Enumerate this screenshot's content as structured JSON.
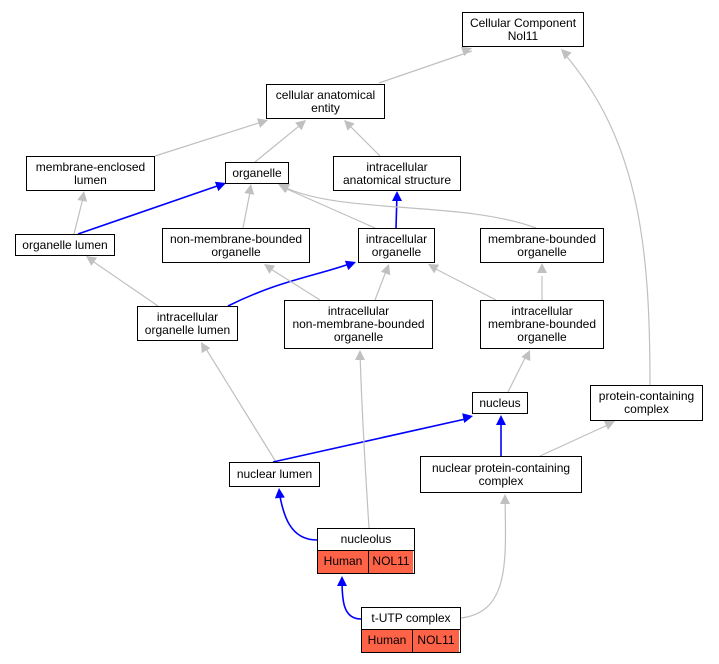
{
  "nodes": {
    "cellular_component": "Cellular Component\nNol11",
    "cellular_anatomical_entity": "cellular anatomical\nentity",
    "membrane_enclosed_lumen": "membrane-enclosed\nlumen",
    "organelle": "organelle",
    "intracellular_anatomical_structure": "intracellular\nanatomical structure",
    "organelle_lumen": "organelle lumen",
    "non_membrane_bounded_organelle": "non-membrane-bounded\norganelle",
    "intracellular_organelle": "intracellular\norganelle",
    "membrane_bounded_organelle": "membrane-bounded\norganelle",
    "intracellular_organelle_lumen": "intracellular\norganelle lumen",
    "intracellular_non_membrane_bounded_organelle": "intracellular\nnon-membrane-bounded\norganelle",
    "intracellular_membrane_bounded_organelle": "intracellular\nmembrane-bounded\norganelle",
    "nucleus": "nucleus",
    "protein_containing_complex": "protein-containing\ncomplex",
    "nuclear_lumen": "nuclear lumen",
    "nuclear_protein_containing_complex": "nuclear protein-containing\ncomplex",
    "nucleolus": "nucleolus",
    "t_utp_complex": "t-UTP complex"
  },
  "annotations": {
    "nucleolus": [
      "Human",
      "NOL11"
    ],
    "t_utp_complex": [
      "Human",
      "NOL11"
    ]
  },
  "colors": {
    "gray_edge": "#c0c0c0",
    "blue_edge": "#0000ff",
    "annotation_fill": "#ff6347"
  }
}
